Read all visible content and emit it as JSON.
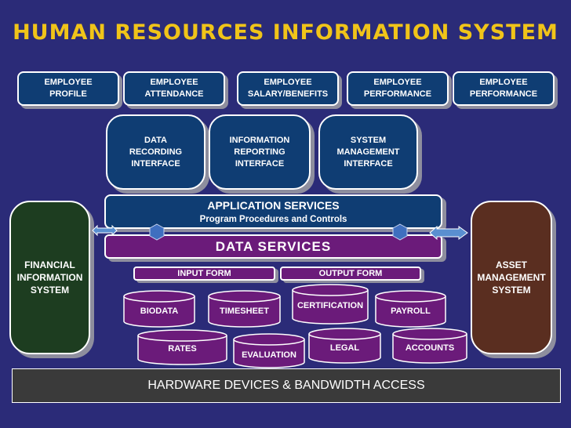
{
  "title": "HUMAN RESOURCES INFORMATION SYSTEM",
  "modules": [
    {
      "label": "EMPLOYEE\nPROFILE"
    },
    {
      "label": "EMPLOYEE\nATTENDANCE"
    },
    {
      "label": "EMPLOYEE\nSALARY/BENEFITS"
    },
    {
      "label": "EMPLOYEE\nPERFORMANCE"
    },
    {
      "label": "EMPLOYEE\nPERFORMANCE"
    }
  ],
  "interfaces": [
    {
      "label": "DATA\nRECORDING\nINTERFACE"
    },
    {
      "label": "INFORMATION\nREPORTING\nINTERFACE"
    },
    {
      "label": "SYSTEM\nMANAGEMENT\nINTERFACE"
    }
  ],
  "side_systems": {
    "left": "FINANCIAL\nINFORMATION\nSYSTEM",
    "right": "ASSET\nMANAGEMENT\nSYSTEM"
  },
  "application_services": {
    "title": "APPLICATION SERVICES",
    "subtitle": "Program Procedures and Controls"
  },
  "data_services": "DATA SERVICES",
  "forms": {
    "input": "INPUT FORM",
    "output": "OUTPUT FORM"
  },
  "databases": [
    {
      "label": "BIODATA"
    },
    {
      "label": "TIMESHEET"
    },
    {
      "label": "CERTIFICATION"
    },
    {
      "label": "PAYROLL"
    },
    {
      "label": "RATES"
    },
    {
      "label": "EVALUATION"
    },
    {
      "label": "LEGAL"
    },
    {
      "label": "ACCOUNTS"
    }
  ],
  "hardware": "HARDWARE DEVICES & BANDWIDTH ACCESS",
  "colors": {
    "background": "#2b2b78",
    "title": "#f0c419",
    "module_fill": "#0f3d73",
    "data_fill": "#6b1b7a",
    "financial_fill": "#1d3d20",
    "asset_fill": "#5a2e20",
    "connector": "#5a8fd0"
  }
}
